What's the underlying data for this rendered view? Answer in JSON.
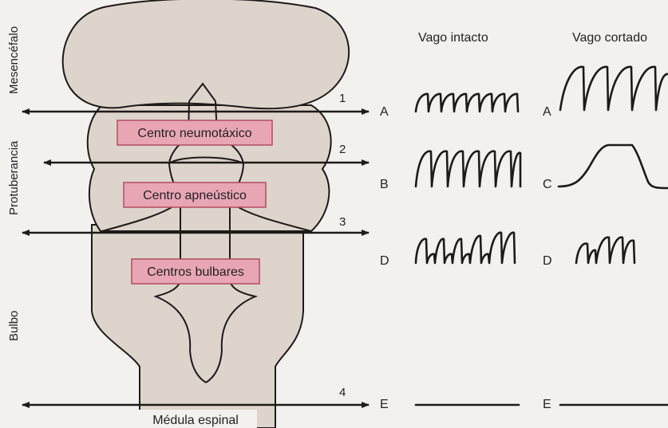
{
  "regions": {
    "mesencefalo": "Mesencéfalo",
    "protuberancia": "Protuberancia",
    "bulbo": "Bulbo"
  },
  "centers": {
    "neumotaxico": "Centro neumotáxico",
    "apneustico": "Centro apneústico",
    "bulbares": "Centros bulbares"
  },
  "spinal_cord": "Médula espinal",
  "columns": {
    "intact": "Vago intacto",
    "cut": "Vago cortado"
  },
  "cuts": [
    "1",
    "2",
    "3",
    "4"
  ],
  "traces": {
    "intact": [
      "A",
      "B",
      "D",
      "E"
    ],
    "cut": [
      "A",
      "C",
      "D",
      "E"
    ]
  },
  "colors": {
    "tissue": "#ddd4cc",
    "center_box": "#e8a6b4",
    "center_border": "#b24d63",
    "ink": "#1e1a18"
  }
}
